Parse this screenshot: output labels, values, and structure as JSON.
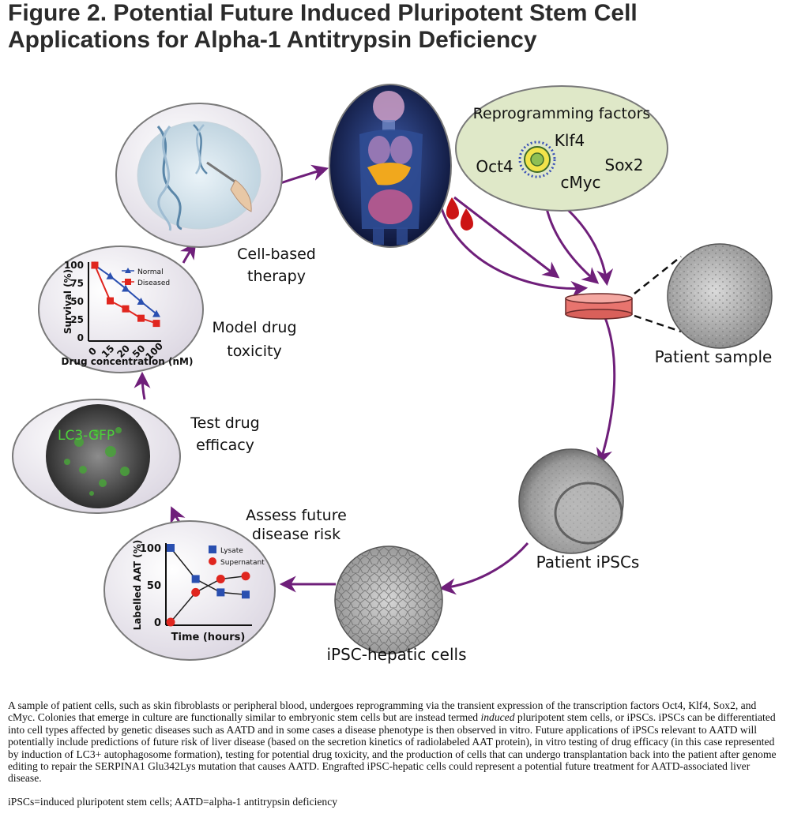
{
  "title": {
    "line1": "Figure 2. Potential Future Induced Pluripotent Stem Cell",
    "line2": "Applications for Alpha-1 Antitrypsin Deficiency"
  },
  "reprogramming": {
    "heading": "Reprogramming factors",
    "factors": [
      "Oct4",
      "Klf4",
      "Sox2",
      "cMyc"
    ]
  },
  "labels": {
    "cell_therapy_1": "Cell-based",
    "cell_therapy_2": "therapy",
    "model_drug_1": "Model drug",
    "model_drug_2": "toxicity",
    "test_drug_1": "Test drug",
    "test_drug_2": "efficacy",
    "assess_1": "Assess future",
    "assess_2": "disease risk",
    "patient_sample": "Patient sample",
    "patient_ipscs": "Patient iPSCs",
    "ipsc_hepatic": "iPSC-hepatic cells",
    "lc3": "LC3-GFP"
  },
  "chart_data": [
    {
      "type": "line",
      "xlabel": "Drug concentration (nM)",
      "ylabel": "Survival (%)",
      "categories": [
        "0",
        "15",
        "20",
        "50",
        "100"
      ],
      "yticks": [
        "100",
        "75",
        "50",
        "25",
        "0"
      ],
      "ylim": [
        0,
        100
      ],
      "series": [
        {
          "name": "Normal",
          "values": [
            100,
            85,
            68,
            50,
            33
          ],
          "color": "#2a4fb0"
        },
        {
          "name": "Diseased",
          "values": [
            100,
            51,
            40,
            27,
            20
          ],
          "color": "#e0261f"
        }
      ]
    },
    {
      "type": "line",
      "xlabel": "Time (hours)",
      "ylabel": "Labelled AAT (%)",
      "yticks": [
        "100",
        "50",
        "0"
      ],
      "ylim": [
        0,
        100
      ],
      "series": [
        {
          "name": "Lysate",
          "values": [
            100,
            58,
            40,
            37
          ],
          "color": "#2a4fb0"
        },
        {
          "name": "Supernatant",
          "values": [
            0,
            40,
            58,
            62
          ],
          "color": "#e0261f"
        }
      ]
    }
  ],
  "caption": {
    "para1_a": "A sample of patient cells, such as skin fibroblasts or peripheral blood, undergoes reprogramming via the transient expression of the transcription factors Oct4, Klf4, Sox2, and cMyc. Colonies that emerge in culture are functionally similar to embryonic stem cells but are instead termed ",
    "para1_em": "induced",
    "para1_b": " pluripotent stem cells, or iPSCs. iPSCs can be differentiated into cell types affected by genetic diseases such as AATD and in some cases a disease phenotype is then observed in vitro. Future applications of iPSCs relevant to AATD will potentially include predictions of future risk of liver disease (based on the secretion kinetics of radiolabeled AAT protein), in vitro testing of drug efficacy (in this case represented by induction of LC3+ autophagosome formation), testing for potential drug toxicity, and the production of cells that can undergo transplantation back into the patient after genome editing to repair the SERPINA1 Glu342Lys mutation that causes AATD. Engrafted iPSC-hepatic cells could represent a potential future treatment for AATD-associated liver disease.",
    "footnote": "iPSCs=induced pluripotent stem cells; AATD=alpha-1 antitrypsin deficiency"
  },
  "colors": {
    "arrow": "#6f1f7a",
    "bubble": "#e9e6ee",
    "reprog_fill": "#dfe8c8",
    "dish": "#e8746e",
    "title": "#2b2b2b"
  }
}
